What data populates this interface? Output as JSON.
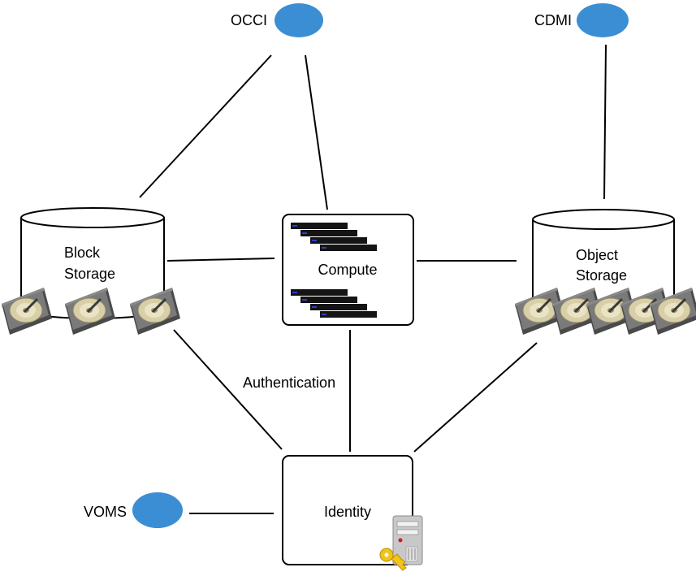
{
  "nodes": {
    "occi": {
      "label": "OCCI"
    },
    "cdmi": {
      "label": "CDMI"
    },
    "voms": {
      "label": "VOMS"
    },
    "block_storage": {
      "label_line1": "Block",
      "label_line2": "Storage"
    },
    "object_storage": {
      "label_line1": "Object",
      "label_line2": "Storage"
    },
    "compute": {
      "label": "Compute"
    },
    "identity": {
      "label": "Identity"
    }
  },
  "edge_labels": {
    "authentication": "Authentication"
  },
  "colors": {
    "ellipse_fill": "#3b8ed3",
    "line": "#000000",
    "disk_body": "#6b6b6b",
    "disk_platter": "#d8cfa9",
    "server_icon": "#c8c8c8",
    "key": "#f2c318"
  },
  "icons": {
    "disk": "hard-disk-icon",
    "rack": "server-rack-icon",
    "server": "server-with-key-icon"
  }
}
